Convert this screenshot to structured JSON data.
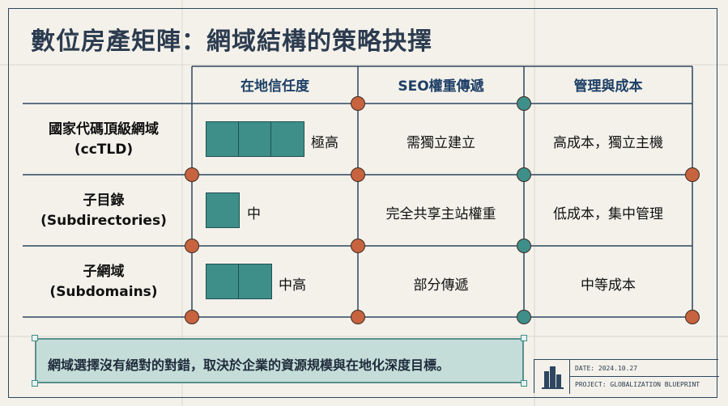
{
  "title": "數位房產矩陣：網域結構的策略抉擇",
  "columns": [
    "在地信任度",
    "SEO權重傳遞",
    "管理與成本"
  ],
  "rows": [
    {
      "label_line1": "國家代碼頂級網域",
      "label_line2": "(ccTLD)",
      "trust_level": 3,
      "trust_max": 3,
      "trust_text": "極高",
      "seo": "需獨立建立",
      "cost": "高成本，獨立主機"
    },
    {
      "label_line1": "子目錄",
      "label_line2": "(Subdirectories)",
      "trust_level": 1,
      "trust_max": 3,
      "trust_text": "中",
      "seo": "完全共享主站權重",
      "cost": "低成本，集中管理"
    },
    {
      "label_line1": "子網域",
      "label_line2": "(Subdomains)",
      "trust_level": 2,
      "trust_max": 3,
      "trust_text": "中高",
      "seo": "部分傳遞",
      "cost": "中等成本"
    }
  ],
  "note": "網域選擇沒有絕對的對錯，取決於企業的資源規模與在地化深度目標。",
  "info": {
    "date": "DATE: 2024.10.27",
    "project": "PROJECT: GLOBALIZATION BLUEPRINT"
  },
  "colors": {
    "background": "#f3f1ea",
    "accent_teal": "#3e8f8a",
    "accent_red": "#c8633f",
    "line": "#2e4660",
    "header_text": "#1e3f66"
  },
  "icons": [
    "building-logo-icon"
  ]
}
